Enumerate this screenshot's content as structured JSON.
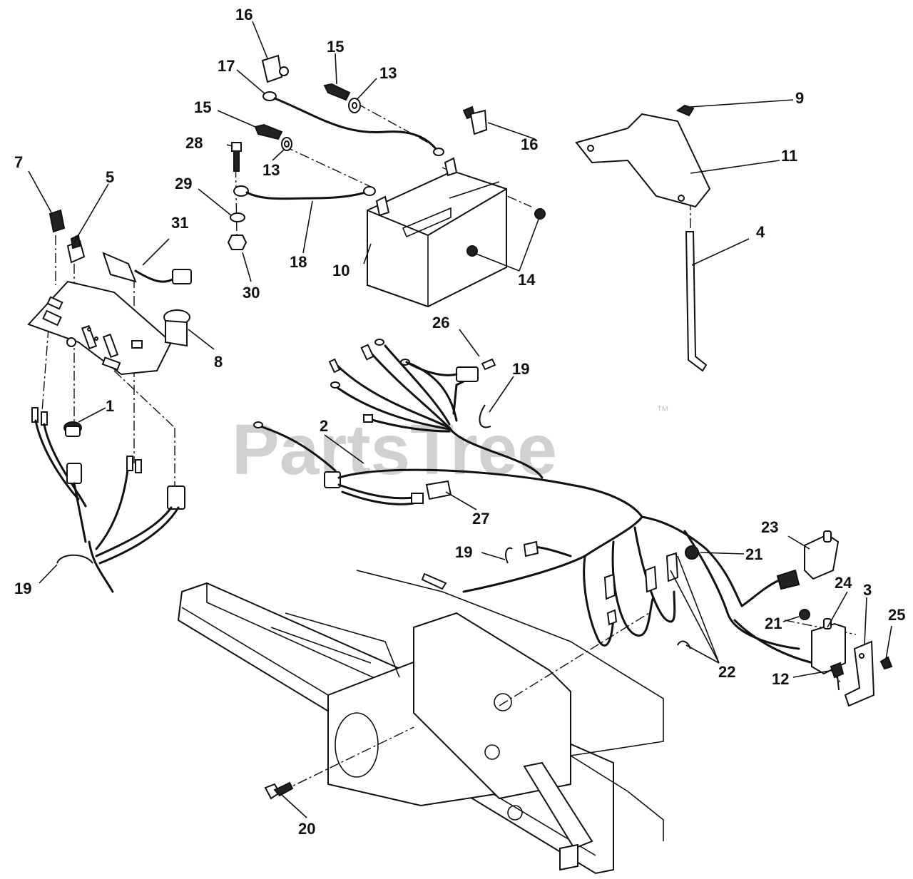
{
  "watermark": {
    "text": "PartsTree",
    "trademark": "™"
  },
  "callouts": {
    "c1": "1",
    "c2": "2",
    "c3": "3",
    "c4": "4",
    "c5": "5",
    "c7": "7",
    "c8": "8",
    "c9": "9",
    "c10": "10",
    "c11": "11",
    "c12": "12",
    "c13a": "13",
    "c13b": "13",
    "c14": "14",
    "c15a": "15",
    "c15b": "15",
    "c16a": "16",
    "c16b": "16",
    "c17": "17",
    "c18": "18",
    "c19a": "19",
    "c19b": "19",
    "c19c": "19",
    "c20": "20",
    "c21a": "21",
    "c21b": "21",
    "c22": "22",
    "c23": "23",
    "c24": "24",
    "c25": "25",
    "c26": "26",
    "c27": "27",
    "c28": "28",
    "c29": "29",
    "c30": "30",
    "c31": "31"
  },
  "colors": {
    "ink": "#111111",
    "paper": "#ffffff",
    "watermark": "#d0d0d0"
  }
}
